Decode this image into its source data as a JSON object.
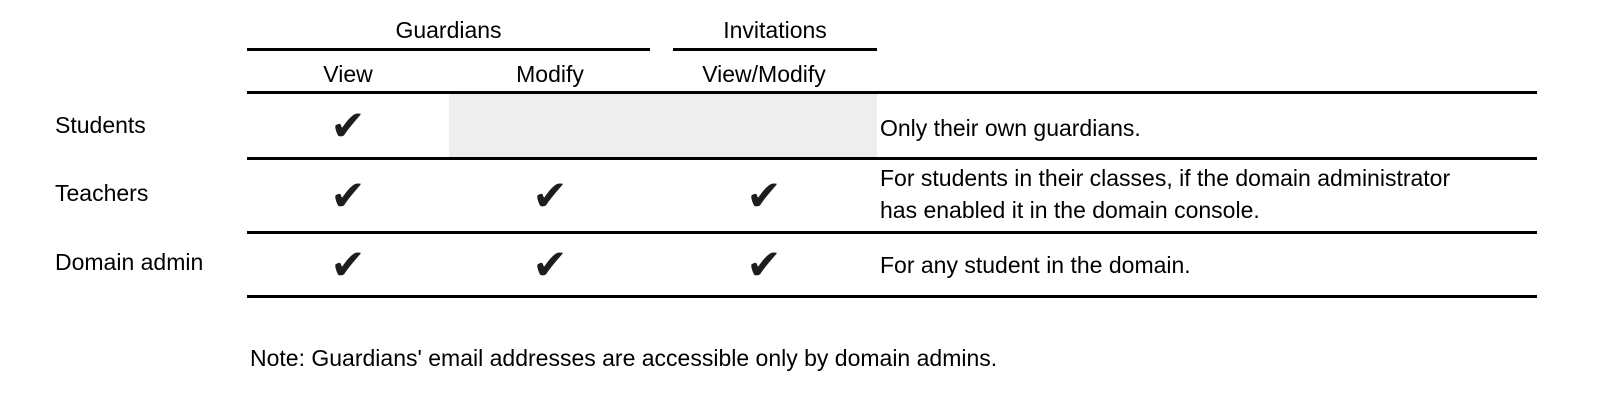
{
  "table": {
    "column_groups": [
      {
        "label": "Guardians",
        "columns": [
          "View",
          "Modify"
        ]
      },
      {
        "label": "Invitations",
        "columns": [
          "View/Modify"
        ]
      }
    ],
    "check_glyph": "✔",
    "rows": [
      {
        "label": "Students",
        "permissions": {
          "guardians_view": true,
          "guardians_modify": false,
          "invitations_view_modify": false
        },
        "note_lines": [
          "Only their own guardians."
        ]
      },
      {
        "label": "Teachers",
        "permissions": {
          "guardians_view": true,
          "guardians_modify": true,
          "invitations_view_modify": true
        },
        "note_lines": [
          "For students in their classes, if the domain administrator",
          "has enabled it in the domain console."
        ]
      },
      {
        "label": "Domain admin",
        "permissions": {
          "guardians_view": true,
          "guardians_modify": true,
          "invitations_view_modify": true
        },
        "note_lines": [
          "For any student in the domain."
        ]
      }
    ],
    "footnote": "Note: Guardians' email addresses are accessible only by domain admins.",
    "colors": {
      "disabled_cell_bg": "#eeeeee",
      "rule": "#000000",
      "text": "#000000",
      "check": "#1d1d1d"
    }
  }
}
